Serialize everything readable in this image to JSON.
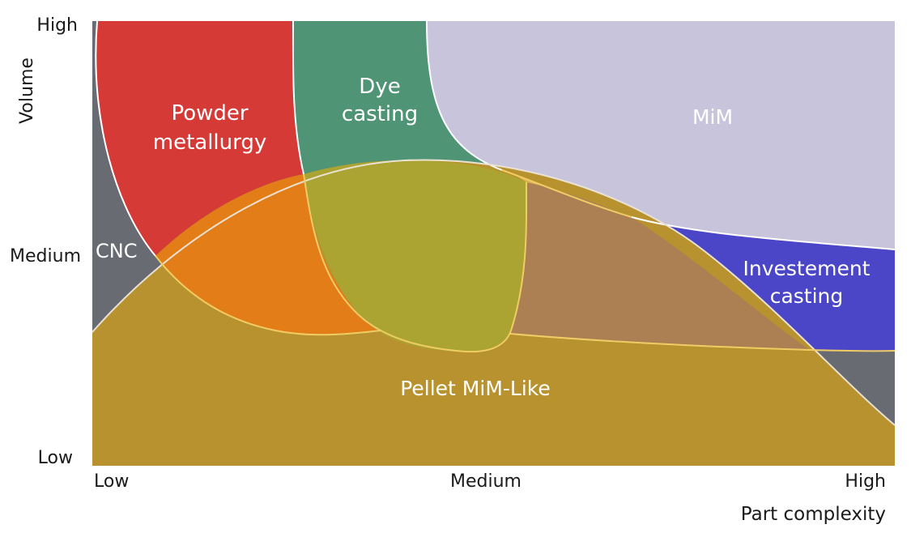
{
  "axes": {
    "y_title": "Volume",
    "x_title": "Part complexity",
    "y_ticks": {
      "high": "High",
      "medium": "Medium",
      "low": "Low"
    },
    "x_ticks": {
      "low": "Low",
      "medium": "Medium",
      "high": "High"
    }
  },
  "regions": {
    "cnc": {
      "label": "CNC",
      "color": "#696b72"
    },
    "powder": {
      "line1": "Powder",
      "line2": "metallurgy",
      "color": "#d63a36"
    },
    "dye": {
      "line1": "Dye",
      "line2": "casting",
      "color": "#4f9474"
    },
    "mim": {
      "label": "MiM",
      "color": "#c8c4dc"
    },
    "investment": {
      "line1": "Investement",
      "line2": "casting",
      "color": "#4b45c8"
    },
    "pellet": {
      "label": "Pellet MiM-Like",
      "color": "#b8922e"
    }
  },
  "overlap_colors": {
    "powder_pellet": "#e27d18",
    "dye_pellet": "#aba332",
    "mim_pellet": "#ac8052",
    "band": "#e0b356"
  }
}
